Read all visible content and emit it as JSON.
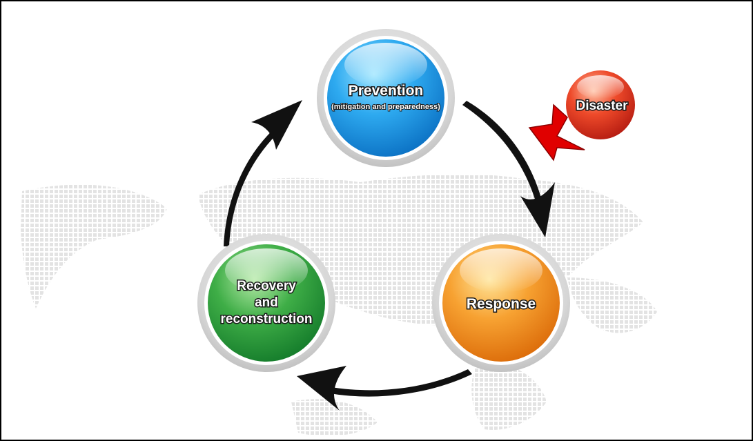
{
  "diagram": {
    "nodes": {
      "prevention": {
        "title": "Prevention",
        "subtitle": "(mitigation and preparedness)",
        "color": "#1e9be0"
      },
      "response": {
        "title": "Response",
        "color": "#f0901e"
      },
      "recovery": {
        "line1": "Recovery",
        "line2": "and",
        "line3": "reconstruction",
        "color": "#2a9a3a"
      },
      "disaster": {
        "title": "Disaster",
        "color": "#e03a20"
      }
    },
    "arrows": [
      {
        "from": "prevention",
        "to": "response"
      },
      {
        "from": "response",
        "to": "recovery"
      },
      {
        "from": "recovery",
        "to": "prevention"
      },
      {
        "from": "disaster",
        "to": "response-arrow",
        "color": "#e00000"
      }
    ]
  }
}
